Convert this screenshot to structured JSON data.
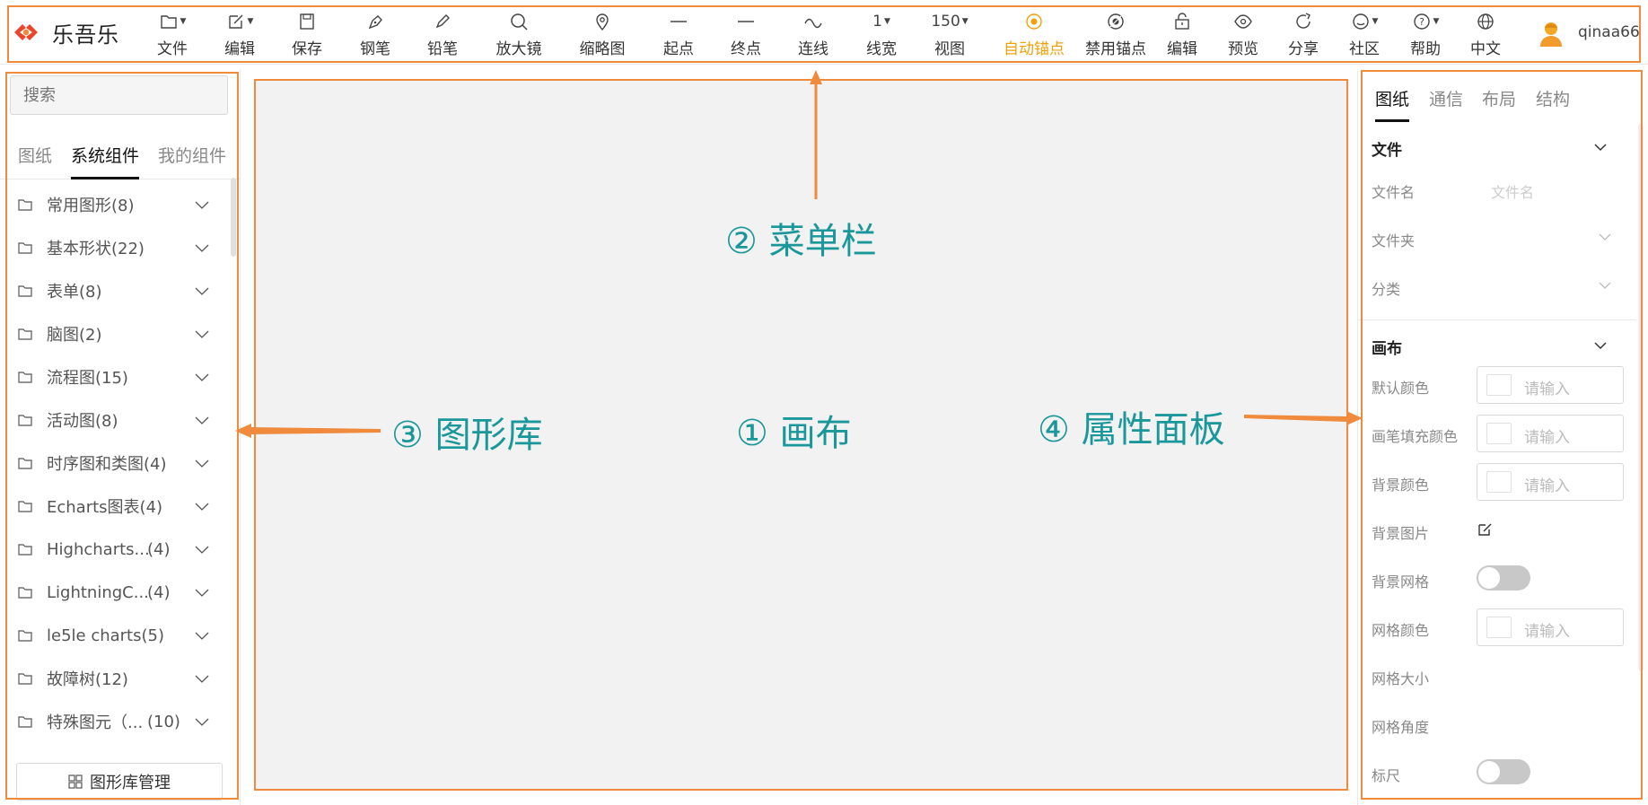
{
  "app": {
    "name": "乐吾乐"
  },
  "toolbar": {
    "items": [
      {
        "label": "文件",
        "icon": "file-icon",
        "caret": true
      },
      {
        "label": "编辑",
        "icon": "edit-icon",
        "caret": true
      },
      {
        "label": "保存",
        "icon": "save-icon"
      },
      {
        "label": "钢笔",
        "icon": "pen-icon"
      },
      {
        "label": "铅笔",
        "icon": "pencil-icon"
      },
      {
        "label": "放大镜",
        "icon": "magnifier-icon"
      },
      {
        "label": "缩略图",
        "icon": "location-pin-icon"
      },
      {
        "label": "起点",
        "icon": "line-start-icon"
      },
      {
        "label": "终点",
        "icon": "line-end-icon"
      },
      {
        "label": "连线",
        "icon": "curve-icon"
      },
      {
        "label": "线宽",
        "value": "1"
      },
      {
        "label": "视图",
        "value": "150"
      },
      {
        "label": "自动锚点",
        "icon": "anchor-icon",
        "active": true
      },
      {
        "label": "禁用锚点",
        "icon": "disable-anchor-icon"
      },
      {
        "label": "编辑",
        "icon": "lock-icon"
      },
      {
        "label": "预览",
        "icon": "eye-icon"
      },
      {
        "label": "分享",
        "icon": "share-icon"
      },
      {
        "label": "社区",
        "icon": "smile-icon",
        "caret": true
      },
      {
        "label": "帮助",
        "icon": "help-icon",
        "caret": true
      },
      {
        "label": "中文",
        "icon": "globe-icon"
      }
    ],
    "user": {
      "name": "qinaa66"
    },
    "active_color": "#f2a00a"
  },
  "left_panel": {
    "search_placeholder": "搜索",
    "tabs": [
      "图纸",
      "系统组件",
      "我的组件"
    ],
    "active_tab": "系统组件",
    "groups": [
      {
        "name": "常用图形(8)"
      },
      {
        "name": "基本形状(22)"
      },
      {
        "name": "表单(8)"
      },
      {
        "name": "脑图(2)"
      },
      {
        "name": "流程图(15)"
      },
      {
        "name": "活动图(8)"
      },
      {
        "name": "时序图和类图(4)"
      },
      {
        "name": "Echarts图表(4)"
      },
      {
        "name": "Highcharts...",
        "count": "(4)"
      },
      {
        "name": "LightningC...",
        "count": "(4)"
      },
      {
        "name": "le5le charts(5)"
      },
      {
        "name": "故障树(12)"
      },
      {
        "name": "特殊图元（...",
        "count": "(10)"
      }
    ],
    "manage_button": "图形库管理"
  },
  "right_panel": {
    "tabs": [
      "图纸",
      "通信",
      "布局",
      "结构"
    ],
    "active_tab": "图纸",
    "file_section": {
      "title": "文件",
      "filename_label": "文件名",
      "filename_placeholder": "文件名",
      "folder_label": "文件夹",
      "category_label": "分类"
    },
    "canvas_section": {
      "title": "画布",
      "default_color_label": "默认颜色",
      "pen_fill_label": "画笔填充颜色",
      "bg_color_label": "背景颜色",
      "bg_image_label": "背景图片",
      "bg_grid_label": "背景网格",
      "grid_color_label": "网格颜色",
      "grid_size_label": "网格大小",
      "grid_angle_label": "网格角度",
      "ruler_label": "标尺",
      "input_placeholder": "请输入"
    }
  },
  "annotations": {
    "canvas": "① 画布",
    "menubar": "② 菜单栏",
    "library": "③ 图形库",
    "properties": "④ 属性面板",
    "highlight_color": "#f08a3c",
    "text_color": "#19979a"
  }
}
